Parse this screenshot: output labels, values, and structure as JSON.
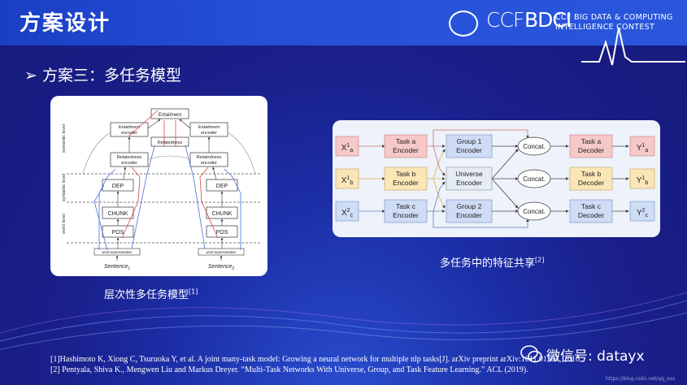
{
  "header": {
    "title": "方案设计",
    "ccf": "CCF",
    "bdci": "BDCI",
    "conf_line1": "CCF BIG DATA & COMPUTING",
    "conf_line2": "INTELLIGENCE CONTEST"
  },
  "subtitle": "方案三：多任务模型",
  "figure1": {
    "caption": "层次性多任务模型",
    "caption_ref": "[1]",
    "labels": {
      "entailment": "Entailment",
      "entailment_encoder1": "Entailment",
      "entailment_encoder1b": "encoder",
      "entailment_encoder2": "Entailment",
      "entailment_encoder2b": "encoder",
      "relatedness": "Relatedness",
      "relatedness_encoder": "Relatedness",
      "relatedness_encoder_b": "encoder",
      "dep": "DEP",
      "chunk": "CHUNK",
      "pos": "POS",
      "word_rep": "word representation",
      "sentence1": "Sentence",
      "sentence2": "Sentence",
      "sub1": "1",
      "sub2": "2",
      "semantic_level": "semantic level",
      "syntactic_level": "syntactic level",
      "word_level": "word level"
    }
  },
  "figure2": {
    "caption": "多任务中的特征共享",
    "caption_ref": "[2]",
    "inputs": [
      {
        "main": "X",
        "sup": "1",
        "sub": "a"
      },
      {
        "main": "X",
        "sup": "1",
        "sub": "b"
      },
      {
        "main": "X",
        "sup": "2",
        "sub": "c"
      }
    ],
    "task_encoders": [
      {
        "l1": "Task a",
        "l2": "Encoder"
      },
      {
        "l1": "Task b",
        "l2": "Encoder"
      },
      {
        "l1": "Task c",
        "l2": "Encoder"
      }
    ],
    "group_encoders": [
      {
        "l1": "Group 1",
        "l2": "Encoder"
      },
      {
        "l1": "Universe",
        "l2": "Encoder"
      },
      {
        "l1": "Group 2",
        "l2": "Encoder"
      }
    ],
    "concat": "Concat.",
    "decoders": [
      {
        "l1": "Task a",
        "l2": "Decoder"
      },
      {
        "l1": "Task b",
        "l2": "Decoder"
      },
      {
        "l1": "Task c",
        "l2": "Decoder"
      }
    ],
    "outputs": [
      {
        "main": "Y",
        "sup": "1",
        "sub": "a"
      },
      {
        "main": "Y",
        "sup": "1",
        "sub": "b"
      },
      {
        "main": "Y",
        "sup": "2",
        "sub": "c"
      }
    ]
  },
  "references": {
    "ref1": "[1]Hashimoto K, Xiong C, Tsuruoka Y, et al. A joint many-task model: Growing a neural network for multiple nlp tasks[J]. arXiv preprint arXiv:1611.01587, 2016.",
    "ref2": "[2] Pentyala, Shiva K., Mengwen Liu and Markus Dreyer. “Multi-Task Networks With Universe, Group, and Task Feature Learning.” ACL (2019)."
  },
  "wechat": "微信号: datayx",
  "watermark": "https://blog.csdn.net/qq_xxx",
  "colors": {
    "topbar": "#2550d8",
    "background": "#1a1f8a",
    "task_enc": "#f7c8c8",
    "group_enc": "#cfdcf5",
    "decoder": "#f7c8c8",
    "input_a": "#f7c8c8",
    "input_b": "#fbe6b8",
    "input_c": "#cfdcf5"
  }
}
